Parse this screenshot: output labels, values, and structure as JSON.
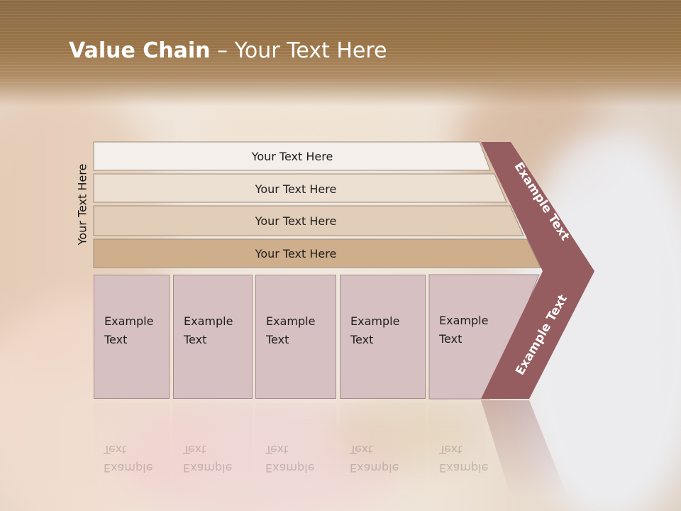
{
  "slide": {
    "title_bold": "Value Chain",
    "title_rest": " – Your Text Here",
    "vertical_label": "Your Text Here",
    "bars": [
      {
        "label": "Your Text Here"
      },
      {
        "label": "Your Text Here"
      },
      {
        "label": "Your Text Here"
      },
      {
        "label": "Your Text Here"
      }
    ],
    "columns": [
      {
        "label": "Example\nText"
      },
      {
        "label": "Example\nText"
      },
      {
        "label": "Example\nText"
      },
      {
        "label": "Example\nText"
      },
      {
        "label": "Example\nText"
      }
    ],
    "chevron_upper_label": "Example Text",
    "chevron_lower_label": "Example Text",
    "colors": {
      "header": "#9a7447",
      "chevron": "#955d5f",
      "columns": "#d7c0c2"
    }
  }
}
